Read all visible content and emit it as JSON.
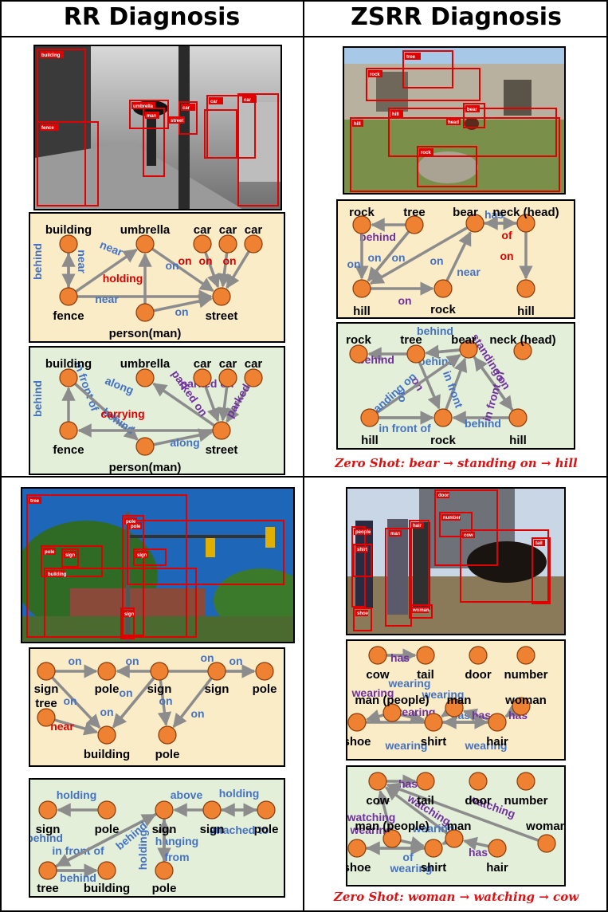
{
  "headers": {
    "left": "RR Diagnosis",
    "right": "ZSRR Diagnosis"
  },
  "colors": {
    "node": "#ee8132",
    "edge": "#8c8c8c",
    "blue": "#4472c4",
    "red": "#e00000",
    "purple": "#7030a0",
    "box": "#e00000"
  },
  "footers": {
    "top": "Zero Shot: bear → standing on → hill",
    "bottom": "Zero Shot: woman → watching → cow"
  },
  "photos": {
    "street": [
      "building",
      "fence",
      "umbrella",
      "man",
      "car",
      "street",
      "car",
      "car"
    ],
    "zoo": [
      "tree",
      "rock",
      "hill",
      "bear",
      "head",
      "rock"
    ],
    "intersection": [
      "tree",
      "pole",
      "pole",
      "sign",
      "pole",
      "sign",
      "building",
      "sign"
    ],
    "market": [
      "door",
      "people",
      "man",
      "hair",
      "number",
      "shirt",
      "cow",
      "tail",
      "shoe",
      "woman"
    ]
  },
  "graphs": {
    "street_rr": {
      "nodes": [
        "building",
        "umbrella",
        "car",
        "car",
        "car",
        "fence",
        "person(man)",
        "street"
      ],
      "edges": [
        "behind",
        "near",
        "near",
        "holding",
        "near",
        "on",
        "on",
        "on",
        "on",
        "on"
      ]
    },
    "street_zsrr": {
      "nodes": [
        "building",
        "umbrella",
        "car",
        "car",
        "car",
        "fence",
        "person(man)",
        "street"
      ],
      "edges": [
        "behind",
        "in front of",
        "along",
        "behind",
        "carrying",
        "along",
        "parked on",
        "parked on",
        "parked on"
      ]
    },
    "zoo_rr": {
      "nodes": [
        "rock",
        "tree",
        "bear",
        "neck (head)",
        "hill",
        "rock",
        "hill"
      ],
      "edges": [
        "behind",
        "on",
        "on",
        "on",
        "on",
        "has",
        "of",
        "on",
        "near",
        "on"
      ]
    },
    "zoo_zsrr": {
      "nodes": [
        "rock",
        "tree",
        "bear",
        "neck (head)",
        "hill",
        "rock",
        "hill"
      ],
      "edges": [
        "behind",
        "behind",
        "behind",
        "on",
        "standing on",
        "in front",
        "of",
        "in front of",
        "behind",
        "standing on",
        "in front of"
      ]
    },
    "inter_rr": {
      "nodes": [
        "sign",
        "pole",
        "sign",
        "sign",
        "pole",
        "tree",
        "building",
        "pole"
      ],
      "edges": [
        "on",
        "on",
        "on",
        "on",
        "on",
        "on",
        "near",
        "on",
        "on",
        "on"
      ]
    },
    "inter_zsrr": {
      "nodes": [
        "sign",
        "pole",
        "sign",
        "sign",
        "pole",
        "tree",
        "building",
        "pole"
      ],
      "edges": [
        "holding",
        "above",
        "holding",
        "attached to",
        "behind",
        "in front of",
        "behind",
        "behind",
        "holding",
        "hanging",
        "from"
      ]
    },
    "market_rr": {
      "nodes": [
        "cow",
        "tail",
        "door",
        "number",
        "man (people)",
        "man",
        "woman",
        "shoe",
        "shirt",
        "hair"
      ],
      "edges": [
        "has",
        "wearing",
        "wearing",
        "wearing",
        "wearing",
        "has",
        "has",
        "has",
        "wearing",
        "wearing"
      ]
    },
    "market_zsrr": {
      "nodes": [
        "cow",
        "tail",
        "door",
        "number",
        "man (people)",
        "man",
        "woman",
        "shoe",
        "shirt",
        "hair"
      ],
      "edges": [
        "has",
        "watching",
        "watching",
        "watching",
        "wearing",
        "wearing",
        "of",
        "wearing",
        "has"
      ]
    }
  }
}
